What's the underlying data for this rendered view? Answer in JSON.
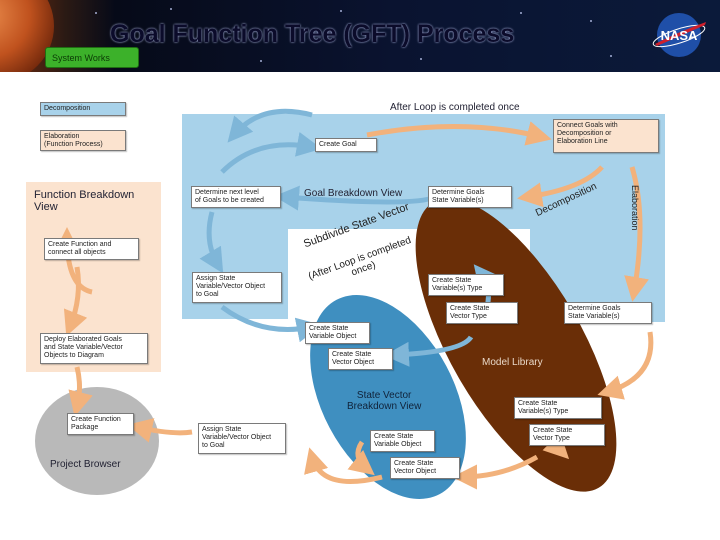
{
  "header": {
    "title": "Goal Function Tree (GFT) Process",
    "badge": "System Works",
    "logo": "NASA"
  },
  "legend": {
    "decomposition": "Decomposition",
    "elaboration": "Elaboration\n(Function Process)"
  },
  "regions": {
    "function_breakdown": "Function Breakdown\nView",
    "goal_breakdown": "Goal Breakdown View",
    "model_library": "Model Library",
    "state_vector_breakdown": "State Vector\nBreakdown View",
    "project_browser": "Project Browser"
  },
  "annotations": {
    "after_loop_once": "After Loop is completed once",
    "subdivide": "Subdivide State Vector",
    "after_loop_paren": "(After Loop is completed\nonce)",
    "decomposition": "Decomposition",
    "elaboration": "Elaboration"
  },
  "steps": {
    "create_goal": "Create Goal",
    "connect_goals": "Connect Goals with\nDecomposition or\nElaboration Line",
    "determine_next_level": "Determine next level\nof Goals to be created",
    "determine_goals_state_var": "Determine Goals\nState Variable(s)",
    "create_function": "Create Function and\nconnect all objects",
    "assign_state_goal": "Assign State\nVariable/Vector Object\nto Goal",
    "create_state_var_type": "Create State\nVariable(s) Type",
    "create_state_vec_type": "Create State\nVector Type",
    "determine_goals_state_var_2": "Determine Goals\nState Variable(s)",
    "create_state_var_object": "Create State\nVariable Object",
    "create_state_vec_object": "Create State\nVector Object",
    "deploy_elaborated": "Deploy Elaborated Goals\nand State Variable/Vector\nObjects to Diagram",
    "create_function_package": "Create Function\nPackage",
    "assign_state_goal_2": "Assign State\nVariable/Vector Object\nto Goal",
    "create_state_var_object_2": "Create State\nVariable Object",
    "create_state_var_type_2": "Create State\nVariable(s) Type",
    "create_state_vec_type_2": "Create State\nVector Type",
    "create_state_vec_object_2": "Create State\nVector Object"
  },
  "colors": {
    "function_view": "#fbe3cf",
    "goal_view": "#a8d2ea",
    "model_library": "#6a2e07",
    "state_vector": "#3f8fc0",
    "project_browser": "#b9b9b9",
    "arrow": "#f2b27c",
    "arrow_blue": "#7fb6d8"
  }
}
